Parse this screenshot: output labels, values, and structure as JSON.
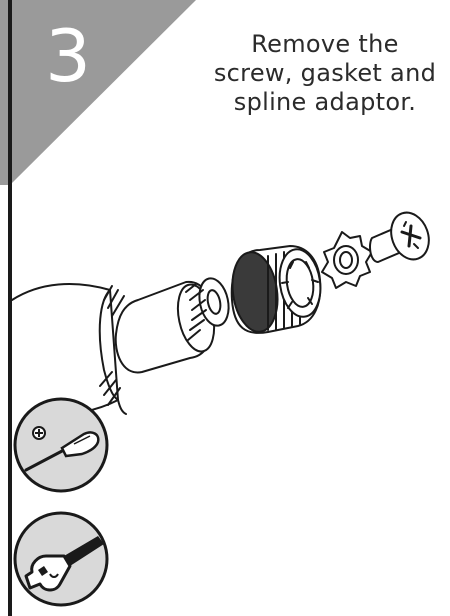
{
  "step": {
    "number": "3",
    "instruction_lines": [
      "Remove the",
      "screw, gasket and",
      "spline adaptor."
    ]
  },
  "tools": [
    {
      "icon": "phillips-screwdriver-icon"
    },
    {
      "icon": "adjustable-wrench-icon"
    }
  ],
  "colors": {
    "corner_tab": "#9a9a9a",
    "border": "#1a1a1a",
    "tool_circle_fill": "#d9d9d9",
    "line_art": "#1a1a1a"
  }
}
